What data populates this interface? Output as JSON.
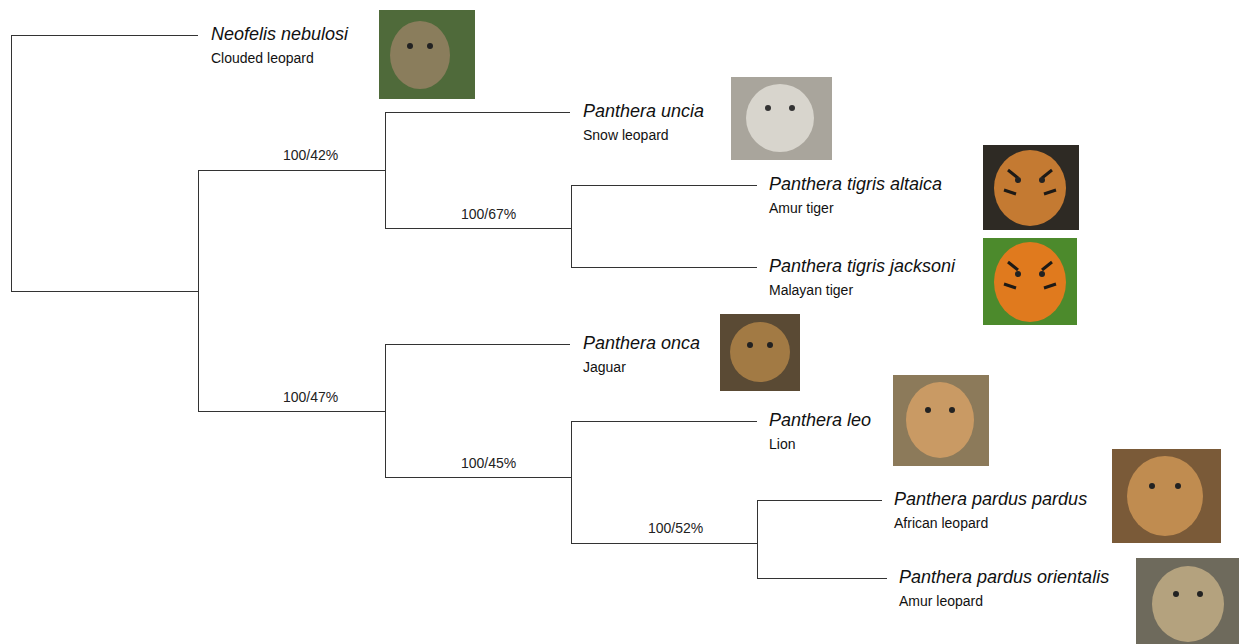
{
  "diagram": {
    "nodes": [
      {
        "text": [
          "Neofelis nebulosi",
          "Clouded leopard"
        ]
      },
      {
        "text": [
          "Panthera uncia",
          "Snow leopard"
        ]
      },
      {
        "text": [
          "Panthera tigris altaica",
          "Amur tiger"
        ]
      },
      {
        "text": [
          "Panthera tigris jacksoni",
          "Malayan tiger"
        ]
      },
      {
        "text": [
          "Panthera onca",
          "Jaguar"
        ]
      },
      {
        "text": [
          "Panthera leo",
          "Lion"
        ]
      },
      {
        "text": [
          "Panthera pardus pardus",
          "African leopard"
        ]
      },
      {
        "text": [
          "Panthera pardus orientalis",
          "Amur leopard"
        ]
      }
    ],
    "labels": [
      "100/42%",
      "100/67%",
      "100/47%",
      "100/45%",
      "100/52%"
    ]
  }
}
